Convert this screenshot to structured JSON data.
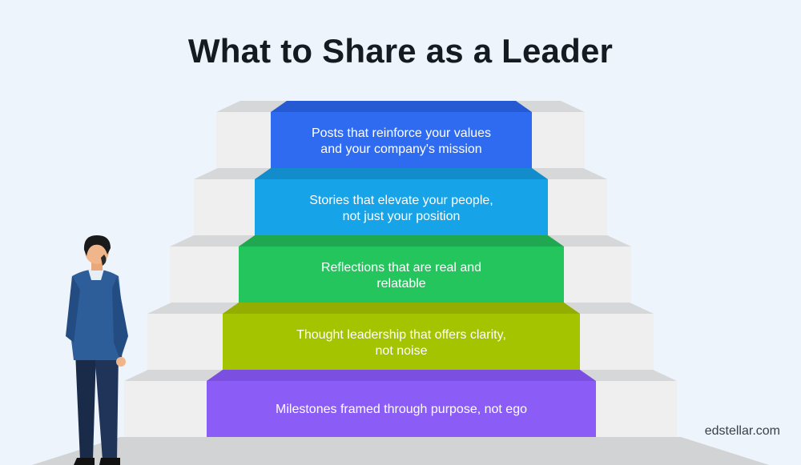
{
  "title": "What to Share as a Leader",
  "steps": [
    {
      "text": "Posts that reinforce your values\nand your company's mission",
      "color": "#2f6bf0"
    },
    {
      "text": "Stories that elevate your people,\nnot just your position",
      "color": "#17a3e8"
    },
    {
      "text": "Reflections that are real and\nrelatable",
      "color": "#25c55e"
    },
    {
      "text": "Thought leadership that offers clarity,\nnot noise",
      "color": "#a4c400"
    },
    {
      "text": "Milestones framed through purpose, not ego",
      "color": "#8b5cf6"
    }
  ],
  "brand": "edstellar.com",
  "figure_icon": "businessman-figure-icon"
}
